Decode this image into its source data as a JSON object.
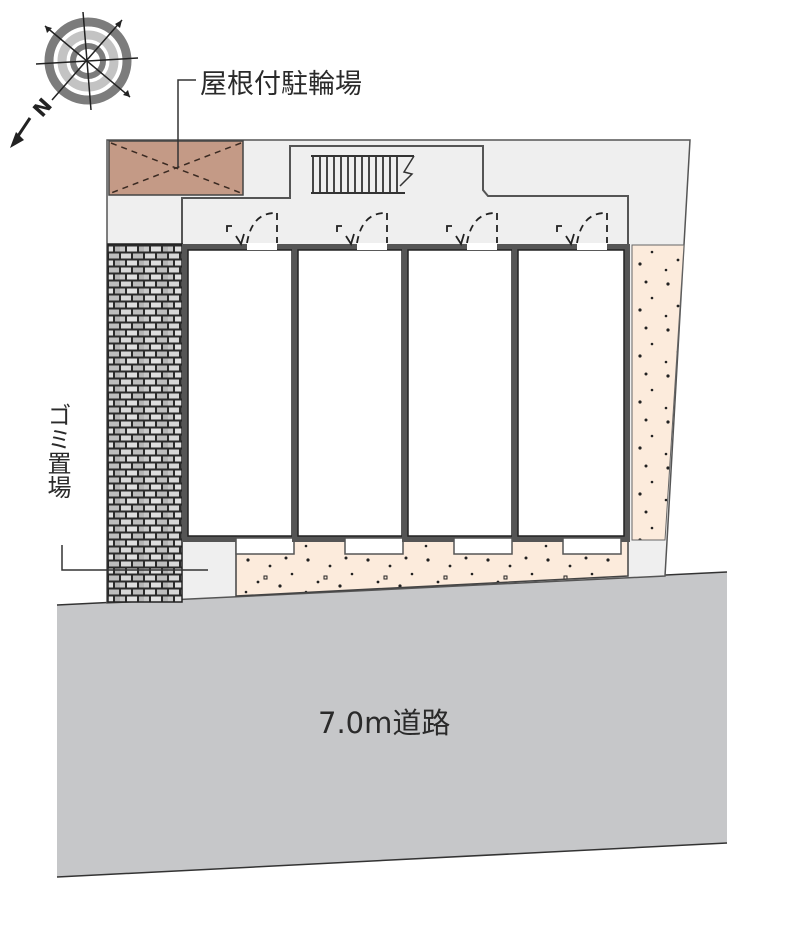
{
  "compass": {
    "icon": "compass-north-icon",
    "north_label": "N"
  },
  "labels": {
    "bicycle_parking": "屋根付駐輪場",
    "garbage_area": "ゴミ置場",
    "road": "7.0m道路"
  },
  "units": [
    {
      "id": "unit-1"
    },
    {
      "id": "unit-2"
    },
    {
      "id": "unit-3"
    },
    {
      "id": "unit-4"
    }
  ],
  "colors": {
    "road": "#c6c7c9",
    "site_paving": "#efefef",
    "bicycle_parking": "#c49a86",
    "planting": "#fcebdc",
    "wall": "#555555",
    "brick_wall": "#2b2b2b"
  }
}
